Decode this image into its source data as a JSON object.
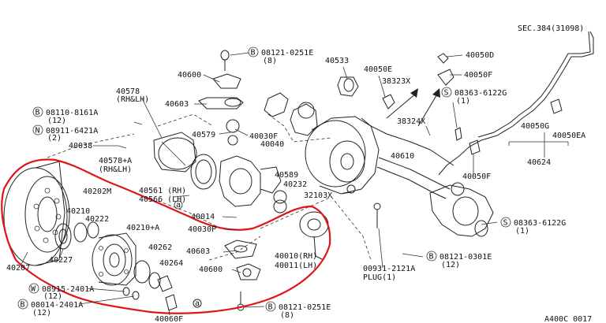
{
  "highlight_color": "#e0151b",
  "labels": {
    "sec384": "SEC.384(31098)",
    "b08121_0251e_top": "08121-0251E",
    "b08121_0251e_top_qty": "(8)",
    "p40600_top": "40600",
    "p40533": "40533",
    "p40050e": "40050E",
    "p38323x": "38323X",
    "p40050d": "40050D",
    "p40050f_top": "40050F",
    "s08363_6122g_top": "08363-6122G",
    "s08363_6122g_top_qty": "(1)",
    "p40578": "40578",
    "p40578_sub": "(RH&LH)",
    "p40603_top": "40603",
    "b08110_8161a": "08110-8161A",
    "b08110_8161a_qty": "(12)",
    "n08911_6421a": "08911-6421A",
    "n08911_6421a_qty": "(2)",
    "p40038": "40038",
    "p40579": "40579",
    "p40030f": "40030F",
    "p40040": "40040",
    "p38324x": "38324X",
    "p40610": "40610",
    "p40050g": "40050G",
    "p40050ea": "40050EA",
    "p40578a": "40578+A",
    "p40578a_sub": "(RH&LH)",
    "p40589": "40589",
    "p40232": "40232",
    "p40050f_mid": "40050F",
    "p40624": "40624",
    "p40202m": "40202M",
    "p40561": "40561 (RH)",
    "p40566": "40566 (LH)",
    "p32103x": "32103X",
    "p40210": "40210",
    "p40222": "40222",
    "p40210a": "40210+A",
    "p40014": "40014",
    "p40030p": "40030P",
    "s08363_6122g_bot": "08363-6122G",
    "s08363_6122g_bot_qty": "(1)",
    "p40207": "40207",
    "p40227": "40227",
    "p40262": "40262",
    "p40603_bot": "40603",
    "p40010": "40010(RH)",
    "p40011": "40011(LH)",
    "b08121_0301e": "08121-0301E",
    "b08121_0301e_qty": "(12)",
    "p40264": "40264",
    "p40600_bot": "40600",
    "p00931": "00931-2121A",
    "plug": "PLUG(1)",
    "w08915_2401a": "08915-2401A",
    "w08915_2401a_qty": "(12)",
    "b08014_2401a": "08014-2401A",
    "b08014_2401a_qty": "(12)",
    "p40060f": "40060F",
    "b08121_0251e_bot": "08121-0251E",
    "b08121_0251e_bot_qty": "(8)",
    "ref_a_1": "a",
    "ref_a_2": "a",
    "diagram_code": "A400C 0017"
  },
  "symbols": {
    "bolt": "B",
    "screw": "S",
    "nut": "N",
    "washer": "W"
  }
}
